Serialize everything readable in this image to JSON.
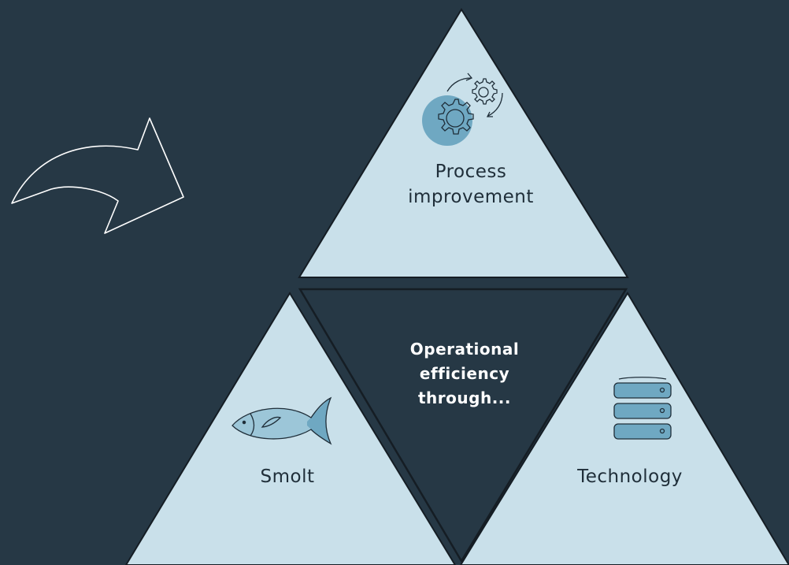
{
  "colors": {
    "background": "#263845",
    "triangle_fill": "#c9e0ea",
    "accent": "#6fa8c2",
    "outline": "#151d24"
  },
  "center": {
    "lines": [
      "Operational",
      "efficiency",
      "through..."
    ]
  },
  "segments": {
    "top": {
      "lines": [
        "Process",
        "improvement"
      ],
      "icon": "gears-icon"
    },
    "left": {
      "lines": [
        "Smolt"
      ],
      "icon": "fish-icon"
    },
    "right": {
      "lines": [
        "Technology"
      ],
      "icon": "server-icon"
    }
  },
  "decor": {
    "arrow_icon": "curved-arrow-icon"
  }
}
